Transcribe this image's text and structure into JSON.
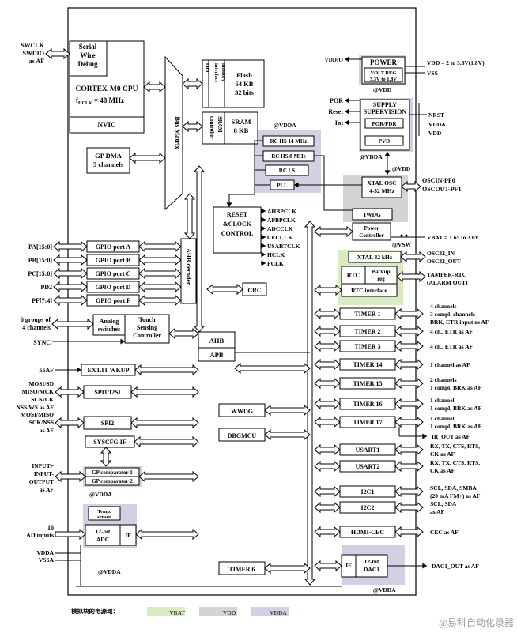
{
  "domain": "Diagram",
  "cpu": {
    "debug": [
      "Serial",
      "Wire",
      "Debug"
    ],
    "core": "CORTEX-M0 CPU",
    "freq_prefix": "f",
    "freq_sub": "HCLK",
    "freq_suffix": " = 48 MHz",
    "nvic": "NVIC"
  },
  "bus_matrix": "Bus Matrix",
  "obl": "Obl",
  "flash_if": [
    "Flash",
    "memory",
    "interface"
  ],
  "flash": [
    "Flash",
    "64 KB",
    "32 bits"
  ],
  "sram_ctrl": [
    "SRAM",
    "controller"
  ],
  "sram": [
    "SRAM",
    "8 KB"
  ],
  "dma": [
    "GP DMA",
    "5 channels"
  ],
  "ahb_decoder": "AHB decoder",
  "ahb": "AHB",
  "apb": "APB",
  "power": {
    "vddis": "VDDIO",
    "title": "POWER",
    "vreg": [
      "VOLT.REG",
      "3.3V to 1.8V"
    ],
    "at_vdd": "@VDD",
    "vdd_range": "VDD = 2 to 3.6V(1.8V)",
    "vss": "VSS"
  },
  "supply": {
    "title": [
      "SUPPLY",
      "SUPERVISION"
    ],
    "por": "POR",
    "reset": "Reset",
    "int": "Int",
    "por_pdr": "POR/PDR",
    "pvd": "PVD",
    "at_vdda": "@VDDA",
    "at_vdd": "@VDD",
    "nrst": "NRST",
    "vdda": "VDDA",
    "vdd": "VDD"
  },
  "clocks": {
    "at_vdda": "@VDDA",
    "rc14": "RC HS 14 MHz",
    "rc8": "RC HS 8 MHz",
    "rcls": "RC LS",
    "pll": "PLL",
    "xtal": [
      "XTAL OSC",
      "4-32 MHz"
    ],
    "osc_in": "OSCIN-PF0",
    "osc_out": "OSCOUT-PF1",
    "iwdg": "IWDG",
    "reset_clock": [
      "RESET",
      "&CLOCK",
      "CONTROL"
    ],
    "outputs": [
      "AHBPCLK",
      "APBPCLK",
      "ADCCLK",
      "CECCLK",
      "USARTCLK",
      "HCLK",
      "FCLK"
    ]
  },
  "power_ctrl": [
    "Power",
    "Controller"
  ],
  "vbat_range": "VBAT = 1.65 to 3.6V",
  "at_vsw": "@VSW",
  "rtc": {
    "xtal32": "XTAL 32 kHz",
    "osc32_in": "OSC32_IN",
    "osc32_out": "OSC32_OUT",
    "rtc": "RTC",
    "backup": [
      "Backup",
      "reg"
    ],
    "rtc_if": "RTC interface",
    "tamper": [
      "TAMPER-RTC",
      "(ALARM OUT)"
    ]
  },
  "crc": "CRC",
  "gpio": {
    "ports": [
      {
        "pin": "PA[15:0]",
        "label": "GPIO port A"
      },
      {
        "pin": "PB[15:0]",
        "label": "GPIO port B"
      },
      {
        "pin": "PC[15:0]",
        "label": "GPIO port C"
      },
      {
        "pin": "PD2",
        "label": "GPIO port D"
      },
      {
        "pin": "PF[7:4]",
        "label": "GPIO port F"
      }
    ]
  },
  "touch": {
    "groups": [
      "6 groups of",
      "4 channels"
    ],
    "sync": "SYNC",
    "analog": [
      "Analog",
      "switches"
    ],
    "tsc": [
      "Touch",
      "Sensing",
      "Controller"
    ]
  },
  "swclk": [
    "SWCLK",
    "SWDIO",
    "as AF"
  ],
  "exti": {
    "pin": "55AF",
    "label": "EXT.IT WKUP"
  },
  "spi1": {
    "pins": [
      "MOSI/SD",
      "MISO/MCK",
      "SCK/CK",
      "NSS/WS as AF"
    ],
    "label": "SPI1/I2SI"
  },
  "spi2": {
    "pins": [
      "MOSI/MISO",
      "SCK/NSS",
      "as AF"
    ],
    "label": "SPI2"
  },
  "syscfg": "SYSCFG IF",
  "comparators": {
    "pins": [
      "INPUT+",
      "INPUT-",
      "OUTPUT",
      "as AF"
    ],
    "comp1": "GP comparator 1",
    "comp2": "GP comparator 2",
    "at_vdda": "@VDDA"
  },
  "adc": {
    "temp": [
      "Temp.",
      "sensor"
    ],
    "adc": [
      "12-bit",
      "ADC"
    ],
    "if": "IF",
    "inputs": [
      "16",
      "AD inputs"
    ],
    "vdda": "VDDA",
    "vssa": "VSSA",
    "at_vdda": "@VDDA"
  },
  "wwdg": "WWDG",
  "dbgmcu": "DBGMCU",
  "timer6": "TIMER 6",
  "dac": {
    "if": "IF",
    "label": [
      "12-bit",
      "DAC1"
    ],
    "out": "DAC1_OUT as AF",
    "at_vdda": "@VDDA"
  },
  "peripherals": [
    {
      "label": "TIMER 1",
      "desc": [
        "4 channels",
        "3 compl. channels",
        "BRK, ETR input as AF"
      ]
    },
    {
      "label": "TIMER 2",
      "desc": [
        "4  ch., ETR as AF"
      ]
    },
    {
      "label": "TIMER 3",
      "desc": [
        "4  ch., ETR as AF"
      ]
    },
    {
      "label": "TIMER 14",
      "desc": [
        "1 channel as AF"
      ]
    },
    {
      "label": "TIMER 15",
      "desc": [
        "2 channels",
        "1 compl, BRK as AF"
      ]
    },
    {
      "label": "TIMER 16",
      "desc": [
        "1 channel",
        "1 compl, BRK as AF"
      ]
    },
    {
      "label": "TIMER 17",
      "desc": [
        "1 channel",
        "1 compl, BRK as AF"
      ]
    },
    {
      "label": "USART1",
      "desc": [
        "RX, TX, CTS, RTS,",
        "CK as AF"
      ]
    },
    {
      "label": "USART2",
      "desc": [
        "RX, TX, CTS, RTS,",
        "CK as AF"
      ]
    },
    {
      "label": "I2C1",
      "desc": [
        "SCL, SDA, SMBA",
        "(20 mA FM+) as AF"
      ]
    },
    {
      "label": "I2C2",
      "desc": [
        "SCL, SDA",
        "as AF"
      ]
    },
    {
      "label": "HDMI-CEC",
      "desc": [
        "CEC as AF"
      ]
    }
  ],
  "ir_out": "IR_OUT as AF",
  "legend": {
    "title": "模拟块的电源域：",
    "vbat": "VBAT",
    "vdd": "VDD",
    "vdda": "VDDA",
    "colors": {
      "vbat": "#d9ebc3",
      "vdd": "#d4d4d4",
      "vdda": "#d4d0e4"
    }
  },
  "watermark": "@易科自动化录器"
}
